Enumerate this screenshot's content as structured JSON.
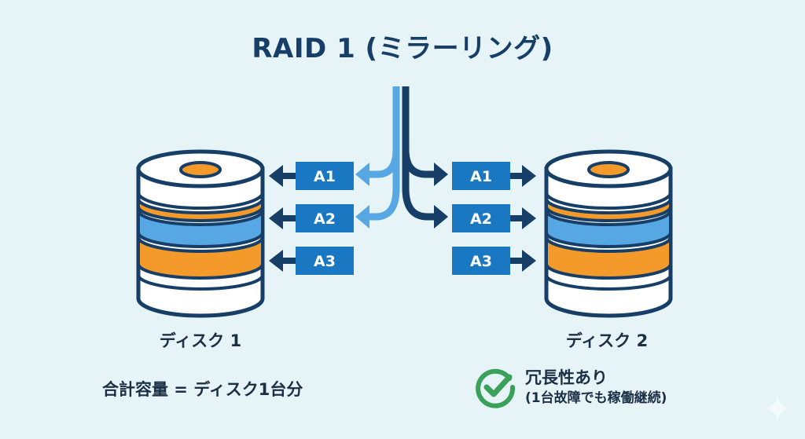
{
  "title": "RAID 1 (ミラーリング)",
  "colors": {
    "background": "#e6f4f8",
    "navy": "#163e66",
    "block_blue": "#1a78c2",
    "light_blue": "#56a7e3",
    "orange": "#f39a2b",
    "green": "#3aa05a"
  },
  "disks": [
    {
      "label": "ディスク 1",
      "blocks": [
        "A1",
        "A2",
        "A3"
      ]
    },
    {
      "label": "ディスク 2",
      "blocks": [
        "A1",
        "A2",
        "A3"
      ]
    }
  ],
  "capacity_note": "合計容量 = ディスク1台分",
  "redundancy": {
    "icon": "check-circle-icon",
    "main": "冗長性あり",
    "sub": "(1台故障でも稼働継続)"
  }
}
